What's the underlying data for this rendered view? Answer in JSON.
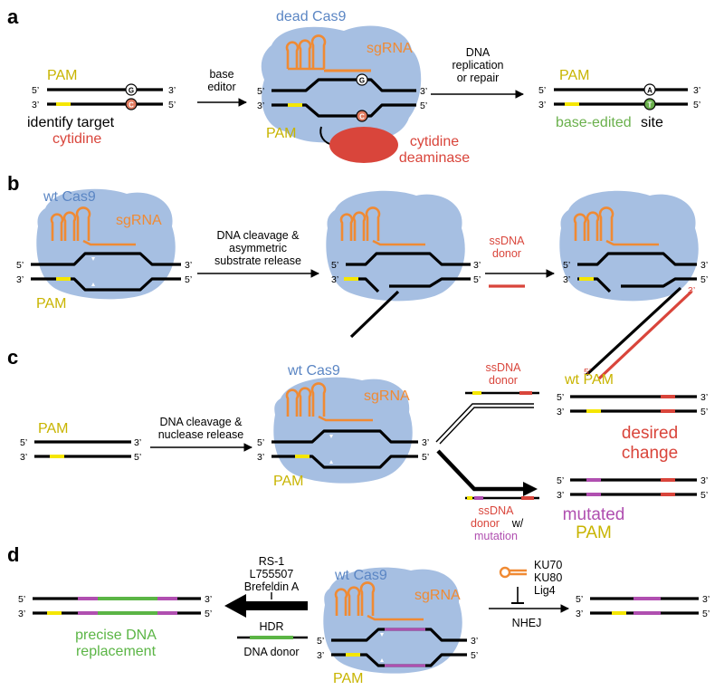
{
  "panels": {
    "a": {
      "label": "a",
      "pam": "PAM",
      "pam_mid": "PAM",
      "pam_right": "PAM",
      "identify": "identify target",
      "cytidine": "cytidine",
      "base_editor_1": "base",
      "base_editor_2": "editor",
      "dead_cas9": "dead Cas9",
      "sgrna": "sgRNA",
      "deaminase_1": "cytidine",
      "deaminase_2": "deaminase",
      "repl_1": "DNA",
      "repl_2": "replication",
      "repl_3": "or repair",
      "edited_1": "base-edited",
      "edited_2": "site",
      "nuc_g": "G",
      "nuc_c": "C",
      "nuc_a": "A",
      "nuc_t": "T"
    },
    "b": {
      "label": "b",
      "wt_cas9": "wt Cas9",
      "sgrna": "sgRNA",
      "pam": "PAM",
      "cleave_1": "DNA cleavage &",
      "cleave_2": "asymmetric",
      "cleave_3": "substrate release",
      "donor_1": "ssDNA",
      "donor_2": "donor"
    },
    "c": {
      "label": "c",
      "pam": "PAM",
      "cleave_1": "DNA cleavage &",
      "cleave_2": "nuclease release",
      "wt_cas9": "wt Cas9",
      "sgrna": "sgRNA",
      "pam_mid": "PAM",
      "donor_top_1": "ssDNA",
      "donor_top_2": "donor",
      "wt_pam": "wt PAM",
      "desired_1": "desired",
      "desired_2": "change",
      "donor_bot_1": "ssDNA",
      "donor_bot_2": "donor",
      "donor_bot_w": "w/",
      "donor_bot_3": "mutation",
      "mutated_1": "mutated",
      "mutated_2": "PAM"
    },
    "d": {
      "label": "d",
      "drug_1": "RS-1",
      "drug_2": "L755507",
      "drug_3": "Brefeldin A",
      "hdr": "HDR",
      "dna_donor": "DNA donor",
      "precise_1": "precise DNA",
      "precise_2": "replacement",
      "wt_cas9": "wt Cas9",
      "sgrna": "sgRNA",
      "pam": "PAM",
      "ku70": "KU70",
      "ku80": "KU80",
      "lig4": "Lig4",
      "nhej": "NHEJ"
    }
  },
  "ends": {
    "five": "5’",
    "three": "3’"
  },
  "colors": {
    "cas9": "#a6bfe2",
    "cas9_text": "#5b86c4",
    "sgrna": "#f08a33",
    "pam": "#f5e600",
    "pam_text": "#c8b400",
    "deaminase": "#d9453b",
    "edit_green": "#6ab04c",
    "donor_red": "#d9453b",
    "mutation_purple": "#b04fb0",
    "replace_green": "#5bb545"
  }
}
